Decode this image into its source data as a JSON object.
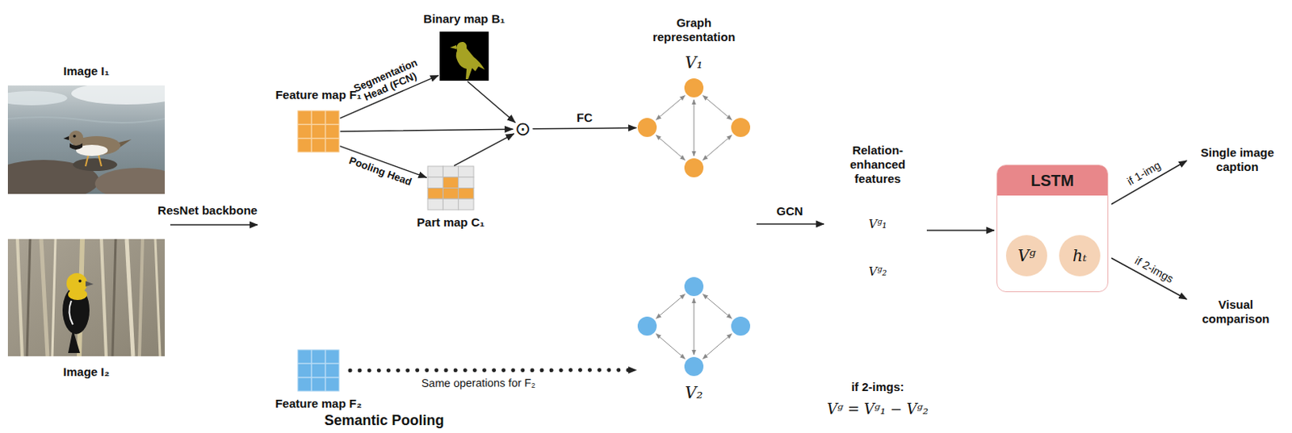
{
  "diagram": {
    "nodes": [
      {
        "text": [
          "Image I₁"
        ]
      },
      {
        "text": [
          "Image I₂"
        ]
      },
      {
        "text": [
          "Feature map F₁"
        ]
      },
      {
        "text": [
          "Binary map B₁"
        ]
      },
      {
        "text": [
          "Part map C₁"
        ]
      },
      {
        "text": [
          "⊙"
        ]
      },
      {
        "text": [
          "V₁"
        ]
      },
      {
        "text": [
          "Feature map F₂"
        ]
      },
      {
        "text": [
          "V₂"
        ]
      },
      {
        "text": [
          "LSTM"
        ]
      },
      {
        "text": [
          "Vᵍ"
        ],
        "in": 9
      },
      {
        "text": [
          "hₜ"
        ],
        "in": 9
      }
    ],
    "edges": [
      {
        "from": 2,
        "to": 3,
        "label": "Segmentation Head (FCN)",
        "arrow": "to"
      },
      {
        "from": 2,
        "to": 4,
        "label": "Pooling Head",
        "arrow": "to"
      },
      {
        "from": 2,
        "to": 5,
        "arrow": "to"
      },
      {
        "from": 3,
        "to": 5,
        "arrow": "to"
      },
      {
        "from": 4,
        "to": 5,
        "arrow": "to"
      },
      {
        "from": 5,
        "to": 6,
        "label": "FC",
        "arrow": "to"
      },
      {
        "from": 7,
        "to": 8,
        "label": "Same operations for F₂",
        "arrow": "to"
      }
    ],
    "labels": [
      "ResNet backbone",
      "Graph representation",
      "GCN",
      "Relation-enhanced features",
      "Vᵍ₁",
      "Vᵍ₂",
      "if 2-imgs:",
      "Vᵍ = Vᵍ₁ − Vᵍ₂",
      "if 1-img",
      "if 2-imgs",
      "Single image caption",
      "Visual comparison",
      "Semantic Pooling"
    ]
  }
}
